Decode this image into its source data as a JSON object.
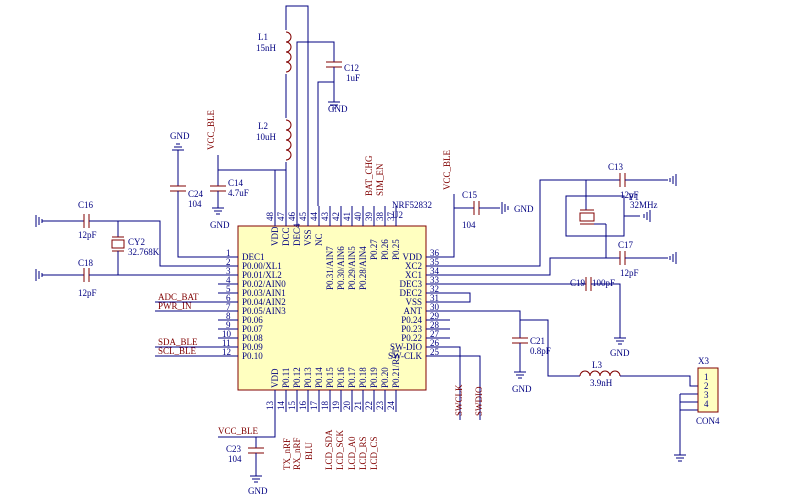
{
  "chip": {
    "name": "NRF52832",
    "ref": "U2",
    "left_pins": [
      {
        "num": "1",
        "label": "DEC1"
      },
      {
        "num": "2",
        "label": "P0.00/XL1"
      },
      {
        "num": "3",
        "label": "P0.01/XL2"
      },
      {
        "num": "4",
        "label": "P0.02/AIN0"
      },
      {
        "num": "5",
        "label": "P0.03/AIN1"
      },
      {
        "num": "6",
        "label": "P0.04/AIN2"
      },
      {
        "num": "7",
        "label": "P0.05/AIN3"
      },
      {
        "num": "8",
        "label": "P0.06"
      },
      {
        "num": "9",
        "label": "P0.07"
      },
      {
        "num": "10",
        "label": "P0.08"
      },
      {
        "num": "11",
        "label": "P0.09"
      },
      {
        "num": "12",
        "label": "P0.10"
      }
    ],
    "right_pins": [
      {
        "num": "36",
        "label": "VDD"
      },
      {
        "num": "35",
        "label": "XC2"
      },
      {
        "num": "34",
        "label": "XC1"
      },
      {
        "num": "33",
        "label": "DEC3"
      },
      {
        "num": "32",
        "label": "DEC2"
      },
      {
        "num": "31",
        "label": "VSS"
      },
      {
        "num": "30",
        "label": "ANT"
      },
      {
        "num": "29",
        "label": "P0.24"
      },
      {
        "num": "28",
        "label": "P0.23"
      },
      {
        "num": "27",
        "label": "P0.22"
      },
      {
        "num": "26",
        "label": "SW-DIO"
      },
      {
        "num": "25",
        "label": "SW-CLK"
      }
    ],
    "top_pins": [
      {
        "num": "48",
        "label": "VDD"
      },
      {
        "num": "47",
        "label": "DCC"
      },
      {
        "num": "46",
        "label": "DEC4"
      },
      {
        "num": "45",
        "label": "VSS"
      },
      {
        "num": "44",
        "label": "NC"
      },
      {
        "num": "43",
        "label": "P0.31/AIN7"
      },
      {
        "num": "42",
        "label": "P0.30/AIN6"
      },
      {
        "num": "41",
        "label": "P0.29/AIN5"
      },
      {
        "num": "40",
        "label": "P0.28/AIN4"
      },
      {
        "num": "39",
        "label": "P0.27"
      },
      {
        "num": "38",
        "label": "P0.26"
      },
      {
        "num": "37",
        "label": "P0.25"
      }
    ],
    "bottom_pins": [
      {
        "num": "13",
        "label": "VDD"
      },
      {
        "num": "14",
        "label": "P0.11"
      },
      {
        "num": "15",
        "label": "P0.12"
      },
      {
        "num": "16",
        "label": "P0.13"
      },
      {
        "num": "17",
        "label": "P0.14"
      },
      {
        "num": "18",
        "label": "P0.15"
      },
      {
        "num": "19",
        "label": "P0.16"
      },
      {
        "num": "20",
        "label": "P0.17"
      },
      {
        "num": "21",
        "label": "P0.18"
      },
      {
        "num": "22",
        "label": "P0.19"
      },
      {
        "num": "23",
        "label": "P0.20"
      },
      {
        "num": "24",
        "label": "P0.21/RST"
      }
    ]
  },
  "components": {
    "l1": {
      "ref": "L1",
      "value": "15nH"
    },
    "l2": {
      "ref": "L2",
      "value": "10uH"
    },
    "l3": {
      "ref": "L3",
      "value": "3.9nH"
    },
    "c12": {
      "ref": "C12",
      "value": "1uF"
    },
    "c13": {
      "ref": "C13",
      "value": "12pF"
    },
    "c14": {
      "ref": "C14",
      "value": "4.7uF"
    },
    "c15": {
      "ref": "C15",
      "value": "104"
    },
    "c16": {
      "ref": "C16",
      "value": "12pF"
    },
    "c17": {
      "ref": "C17",
      "value": "12pF"
    },
    "c18": {
      "ref": "C18",
      "value": "12pF"
    },
    "c19": {
      "ref": "C19",
      "value": "100pF"
    },
    "c21": {
      "ref": "C21",
      "value": "0.8pF"
    },
    "c23": {
      "ref": "C23",
      "value": "104"
    },
    "c24": {
      "ref": "C24",
      "value": "104"
    },
    "y1": {
      "ref": "Y1",
      "value": "32MHz"
    },
    "y2": {
      "ref": "CY2",
      "value": "32.768K"
    },
    "x3": {
      "ref": "X3",
      "value": "CON4",
      "pins": [
        "1",
        "2",
        "3",
        "4"
      ]
    }
  },
  "nets": {
    "gnd": "GND",
    "vcc_ble": "VCC_BLE",
    "adc_bat": "ADC_BAT",
    "pwr_in": "PWR_IN",
    "sda_ble": "SDA_BLE",
    "scl_ble": "SCL_BLE",
    "bat_chg": "BAT_CHG",
    "sim_en": "SIM_EN",
    "swclk": "SWCLK",
    "swdio": "SWDIO",
    "tx_nrf": "TX_nRF",
    "rx_nrf": "RX_nRF",
    "blu": "BLU",
    "lcd_sda": "LCD_SDA",
    "lcd_sck": "LCD_SCK",
    "lcd_a0": "LCD_A0",
    "lcd_rs": "LCD_RS",
    "lcd_cs": "LCD_CS"
  },
  "colors": {
    "wire": "#000080",
    "component": "#800000",
    "chip_fill": "#ffffc0",
    "label": "#000080"
  }
}
